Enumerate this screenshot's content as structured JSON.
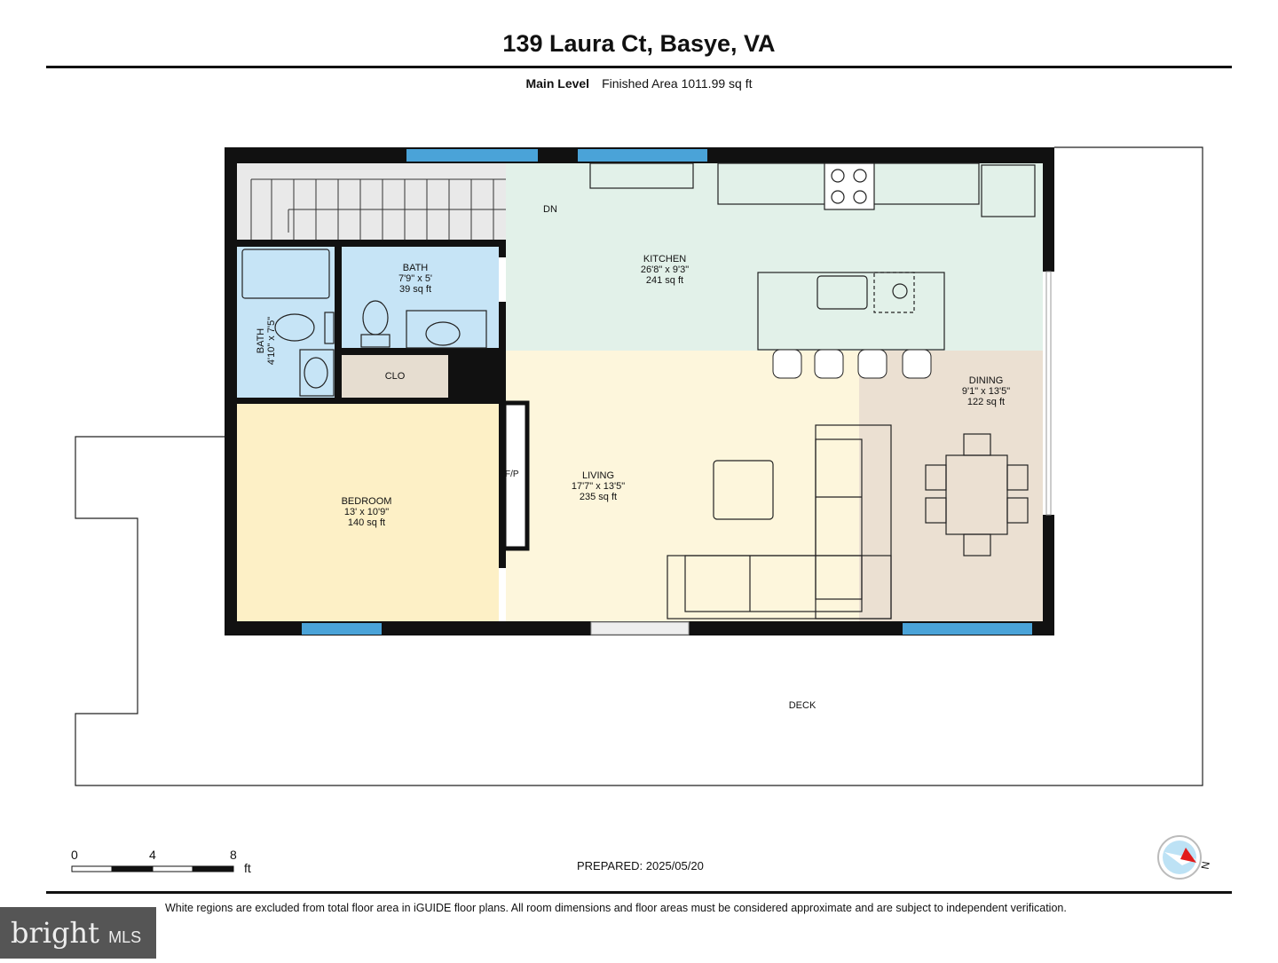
{
  "header": {
    "title": "139 Laura Ct, Basye, VA",
    "level": "Main Level",
    "area": "Finished Area 1011.99 sq ft"
  },
  "rooms": [
    {
      "name": "KITCHEN",
      "dims": "26'8\" x 9'3\"",
      "area": "241 sq ft"
    },
    {
      "name": "BATH",
      "dims": "7'9\" x 5'",
      "area": "39 sq ft"
    },
    {
      "name": "BATH",
      "dims": "4'10\" x 7'5\""
    },
    {
      "name": "CLO"
    },
    {
      "name": "DINING",
      "dims": "9'1\" x 13'5\"",
      "area": "122 sq ft"
    },
    {
      "name": "LIVING",
      "dims": "17'7\" x 13'5\"",
      "area": "235 sq ft"
    },
    {
      "name": "BEDROOM",
      "dims": "13' x 10'9\"",
      "area": "140 sq ft"
    },
    {
      "name": "DECK"
    }
  ],
  "labels": {
    "stairs": "DN",
    "fireplace": "F/P"
  },
  "scale": {
    "ticks": [
      "0",
      "4",
      "8"
    ],
    "unit": "ft"
  },
  "compass": {
    "icon": "compass-icon",
    "north": "N"
  },
  "footer": {
    "prepared": "PREPARED: 2025/05/20",
    "disclaimer": "White regions are excluded from total floor area in iGUIDE floor plans. All room dimensions and floor areas must be considered approximate and are subject to independent verification."
  },
  "watermark": {
    "text": "bright MLS"
  },
  "colors": {
    "kitchen": "#e2f1e9",
    "living": "#fdf6dc",
    "dining": "#ebe0d2",
    "bedroom": "#fdf0c6",
    "bath": "#c6e4f6",
    "closet": "#e6ddd0",
    "window": "#4aa3d8",
    "wall": "#111111"
  }
}
